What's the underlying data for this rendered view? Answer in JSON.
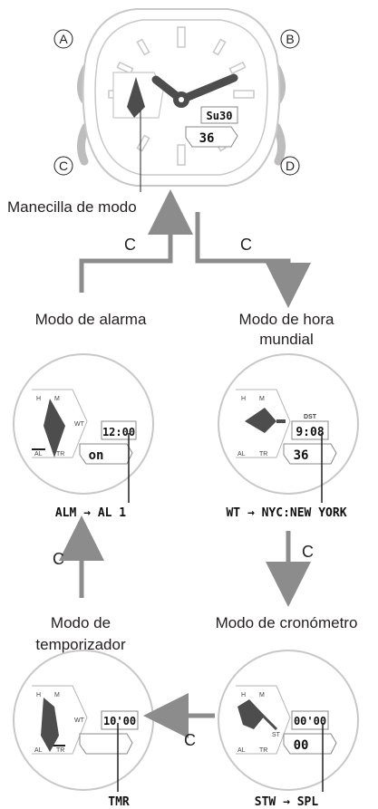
{
  "buttons": {
    "a": "A",
    "b": "B",
    "c": "C",
    "d": "D"
  },
  "main_watch": {
    "time": "Su30",
    "seconds": "36",
    "hand_label": "Manecilla de modo"
  },
  "transition_label": "C",
  "modes": {
    "alarm": {
      "title": "Modo de alarma",
      "time": "12:00",
      "status": "on",
      "flow": "ALM → AL 1"
    },
    "world_time": {
      "title_line1": "Modo de hora",
      "title_line2": "mundial",
      "dst": "DST",
      "time": "9:08",
      "seconds": "36",
      "flow": "WT → NYC:NEW YORK"
    },
    "timer": {
      "title_line1": "Modo de",
      "title_line2": "temporizador",
      "time": "10'00",
      "flow": "TMR"
    },
    "stopwatch": {
      "title": "Modo de cronómetro",
      "time": "00'00",
      "sub": "00",
      "flow": "STW → SPL"
    }
  },
  "dial_marks": {
    "h": "H",
    "m": "M",
    "wt": "WT",
    "al": "AL",
    "tr": "TR",
    "st": "ST"
  },
  "colors": {
    "arrow": "#8c8c8c",
    "hand": "#4d4d4d",
    "bezel": "#c8c8c8",
    "button": "#bdbdbd",
    "text": "#231f20"
  }
}
